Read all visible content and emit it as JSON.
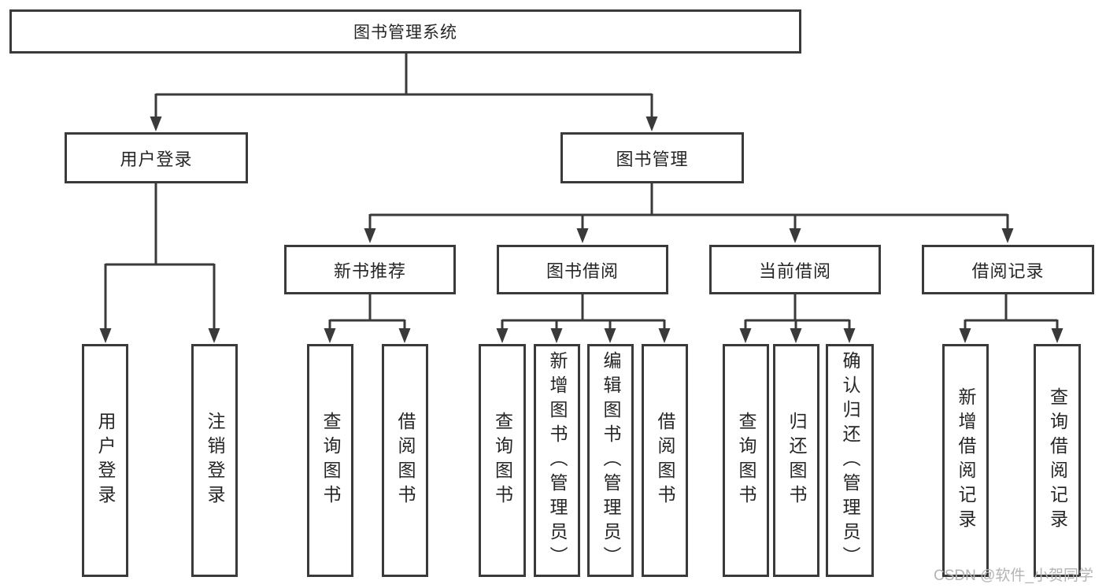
{
  "nodes": {
    "root": "图书管理系统",
    "user_login": "用户登录",
    "book_management": "图书管理",
    "new_book_recommend": "新书推荐",
    "book_borrowing": "图书借阅",
    "current_borrowing": "当前借阅",
    "borrowing_records": "借阅记录",
    "leaf_user_login": "用户登录",
    "leaf_logout_login": "注销登录",
    "leaf_rec_query_books": "查询图书",
    "leaf_rec_borrow_books": "借阅图书",
    "leaf_bb_query_books": "查询图书",
    "leaf_bb_add_books_admin": "新增图书（管理员）",
    "leaf_bb_edit_books_admin": "编辑图书（管理员）",
    "leaf_bb_borrow_books": "借阅图书",
    "leaf_cb_query_books": "查询图书",
    "leaf_cb_return_books": "归还图书",
    "leaf_cb_confirm_return_admin": "确认归还（管理员）",
    "leaf_br_add_record": "新增借阅记录",
    "leaf_br_query_record": "查询借阅记录"
  },
  "hierarchy": {
    "label": "图书管理系统",
    "children": [
      {
        "label": "用户登录",
        "children": [
          {
            "label": "用户登录"
          },
          {
            "label": "注销登录"
          }
        ]
      },
      {
        "label": "图书管理",
        "children": [
          {
            "label": "新书推荐",
            "children": [
              {
                "label": "查询图书"
              },
              {
                "label": "借阅图书"
              }
            ]
          },
          {
            "label": "图书借阅",
            "children": [
              {
                "label": "查询图书"
              },
              {
                "label": "新增图书（管理员）"
              },
              {
                "label": "编辑图书（管理员）"
              },
              {
                "label": "借阅图书"
              }
            ]
          },
          {
            "label": "当前借阅",
            "children": [
              {
                "label": "查询图书"
              },
              {
                "label": "归还图书"
              },
              {
                "label": "确认归还（管理员）"
              }
            ]
          },
          {
            "label": "借阅记录",
            "children": [
              {
                "label": "新增借阅记录"
              },
              {
                "label": "查询借阅记录"
              }
            ]
          }
        ]
      }
    ]
  },
  "watermark": "CSDN @软件_小贺同学",
  "colors": {
    "line": "#3a3a3a",
    "text": "#262626",
    "background": "#ffffff",
    "watermark": "#b4b4b4"
  }
}
